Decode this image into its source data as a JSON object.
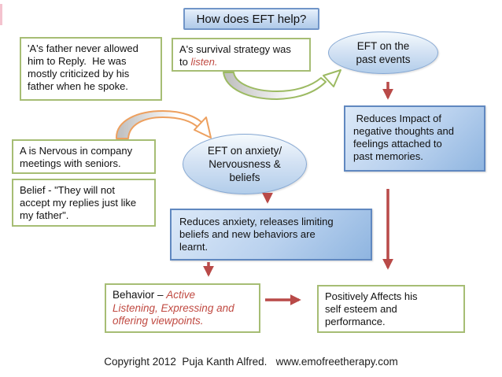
{
  "slide": {
    "title": "How does EFT help?",
    "copyright": "Copyright 2012  Puja Kanth Alfred.   www.emofreetherapy.com",
    "nodes": {
      "father": "'A's father never allowed\nhim to Reply.  He was\nmostly criticized by his\nfather when he spoke.",
      "survival_prefix": "A's survival strategy was\nto ",
      "survival_highlight": "listen.",
      "nervous": "A is Nervous in company\nmeetings with seniors.",
      "belief": "Belief - \"They will not\naccept my replies just like\nmy father\".",
      "eft_past_events": "EFT on the\npast events",
      "eft_anxiety": "EFT on anxiety/\nNervousness &\nbeliefs",
      "reduces_impact": " Reduces Impact of\nnegative thoughts and\nfeelings attached to\npast memories.",
      "reduces_anxiety": "Reduces anxiety, releases limiting\nbeliefs and new behaviors are\nlearnt.",
      "behavior_prefix": "Behavior – ",
      "behavior_highlight": "Active\nListening, Expressing and\noffering viewpoints.",
      "positive": "Positively Affects his\nself esteem and\nperformance."
    },
    "colors": {
      "green_border": "#a6bd74",
      "blue_border": "#6088c0",
      "red_arrow": "#b94a48",
      "red_text": "#c04a42",
      "green_arrow": "#9cba62",
      "orange_arrow": "#eda05f"
    }
  }
}
